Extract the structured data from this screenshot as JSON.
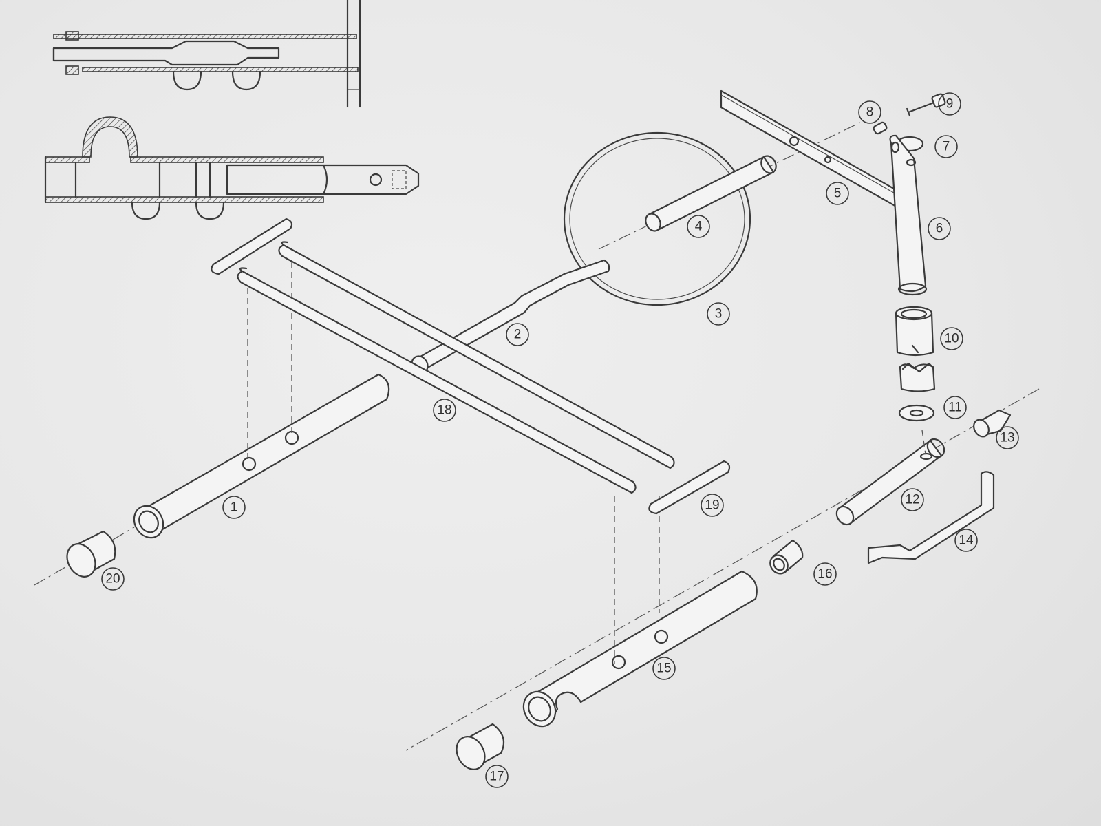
{
  "callouts": [
    {
      "id": "1",
      "label": "1"
    },
    {
      "id": "2",
      "label": "2"
    },
    {
      "id": "3",
      "label": "3"
    },
    {
      "id": "4",
      "label": "4"
    },
    {
      "id": "5",
      "label": "5"
    },
    {
      "id": "6",
      "label": "6"
    },
    {
      "id": "7",
      "label": "7"
    },
    {
      "id": "8",
      "label": "8"
    },
    {
      "id": "9",
      "label": "9"
    },
    {
      "id": "10",
      "label": "10"
    },
    {
      "id": "11",
      "label": "11"
    },
    {
      "id": "12",
      "label": "12"
    },
    {
      "id": "13",
      "label": "13"
    },
    {
      "id": "14",
      "label": "14"
    },
    {
      "id": "15",
      "label": "15"
    },
    {
      "id": "16",
      "label": "16"
    },
    {
      "id": "17",
      "label": "17"
    },
    {
      "id": "18",
      "label": "18"
    },
    {
      "id": "19",
      "label": "19"
    },
    {
      "id": "20",
      "label": "20"
    }
  ],
  "colors": {
    "ink": "#3a3a3a",
    "paper": "#eaeaea"
  }
}
